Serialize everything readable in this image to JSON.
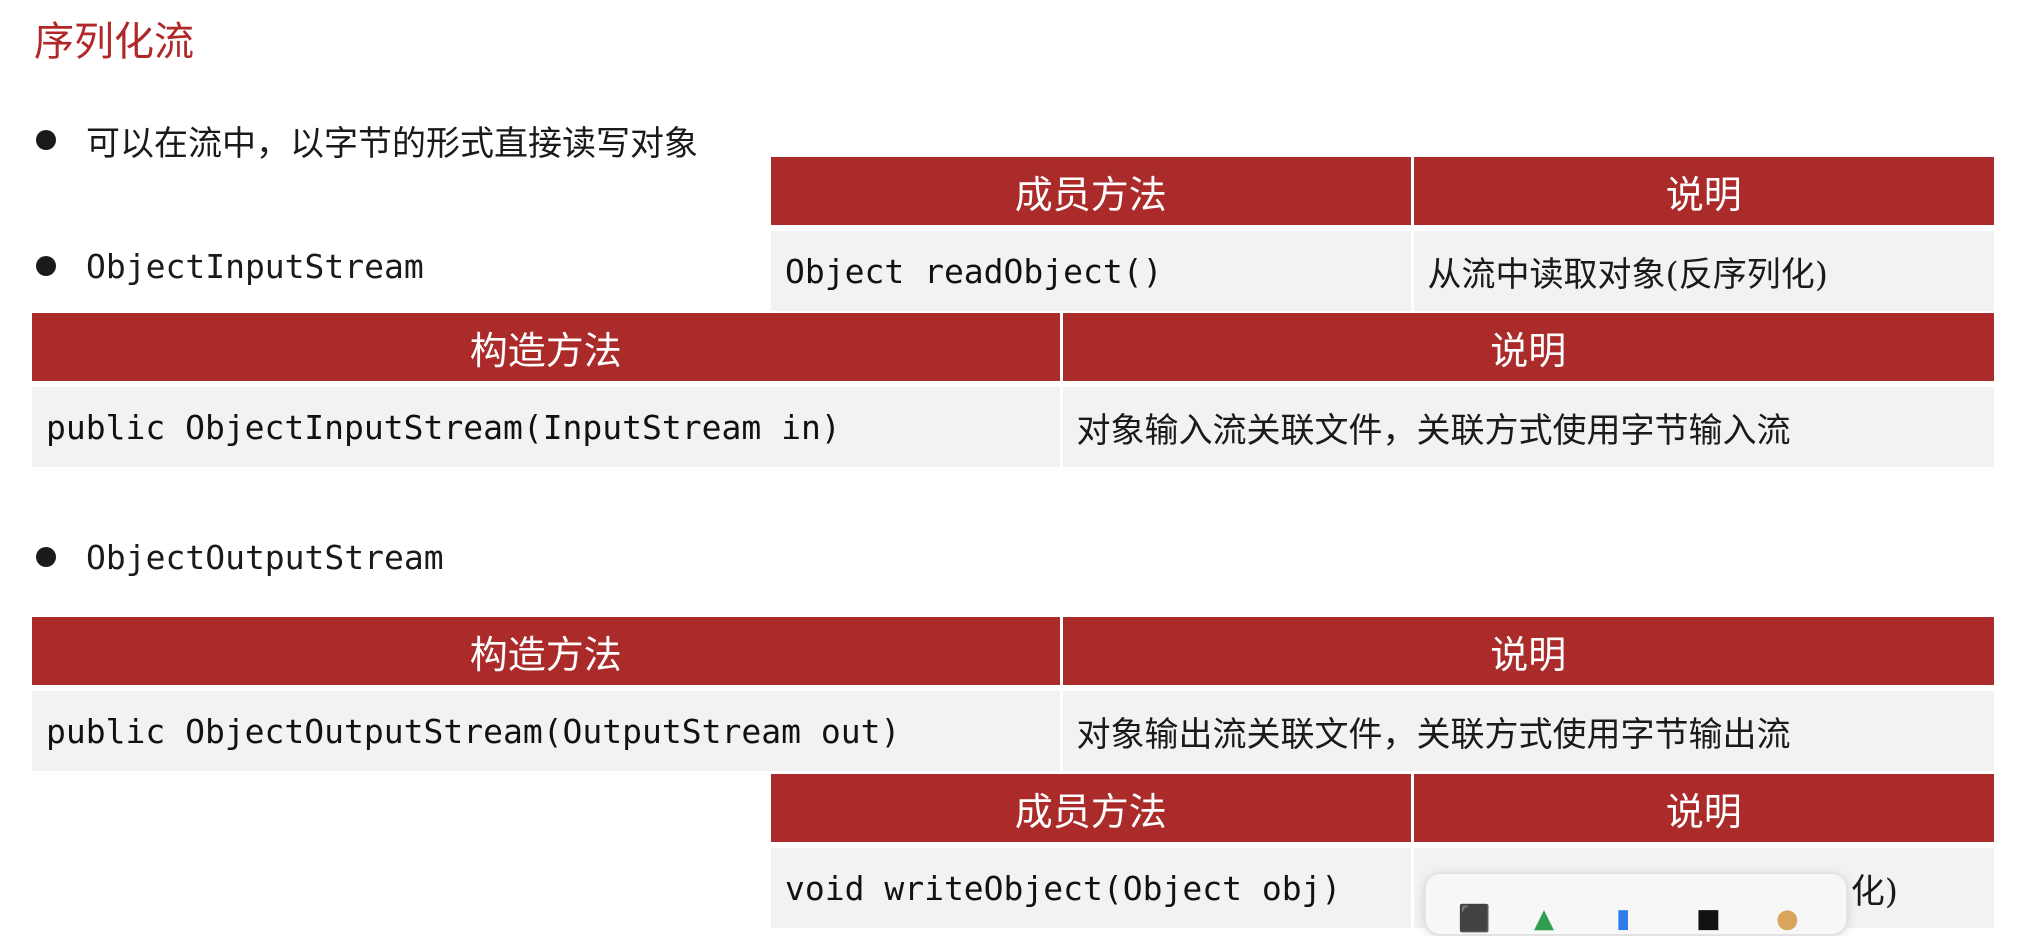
{
  "title": "序列化流",
  "bullets": {
    "intro": "可以在流中，以字节的形式直接读写对象",
    "input_stream": "ObjectInputStream",
    "output_stream": "ObjectOutputStream"
  },
  "tables": {
    "input_member": {
      "headers": [
        "成员方法",
        "说明"
      ],
      "row": [
        "Object readObject()",
        "从流中读取对象(反序列化)"
      ]
    },
    "input_constructor": {
      "headers": [
        "构造方法",
        "说明"
      ],
      "row": [
        "public ObjectInputStream(InputStream in)",
        "对象输入流关联文件，关联方式使用字节输入流"
      ]
    },
    "output_constructor": {
      "headers": [
        "构造方法",
        "说明"
      ],
      "row": [
        "public ObjectOutputStream(OutputStream out)",
        "对象输出流关联文件，关联方式使用字节输出流"
      ]
    },
    "output_member": {
      "headers": [
        "成员方法",
        "说明"
      ],
      "row": [
        "void writeObject(Object obj)",
        "化)"
      ]
    }
  },
  "popup_icons": [
    "pdf-icon",
    "drive-icon",
    "print-icon",
    "tiktok-icon",
    "cat-icon"
  ]
}
